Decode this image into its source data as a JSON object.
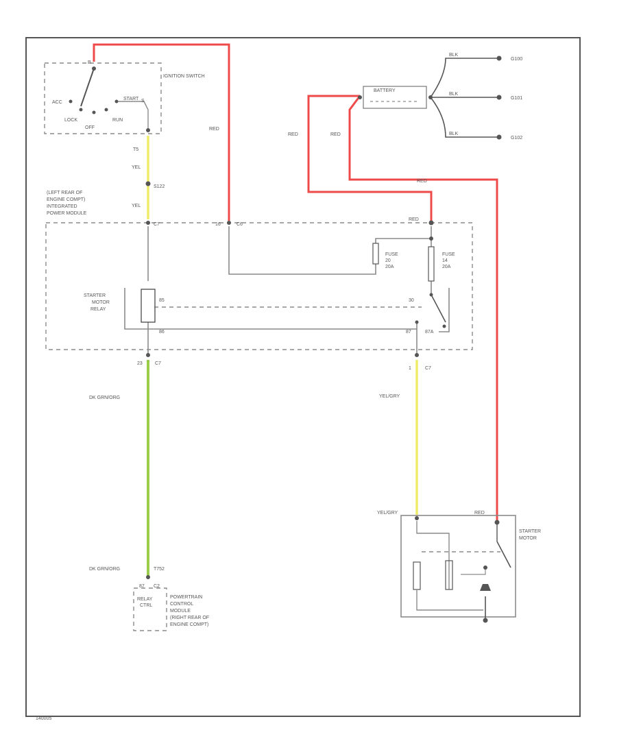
{
  "colors": {
    "red_wire": "#ef4a4a",
    "yellow_wire": "#eded6a",
    "green_wire": "#9ccc4c",
    "gray_wire": "#8a8a8a",
    "border": "#555555",
    "text": "#555555"
  },
  "footer": {
    "figure_id": "140005"
  },
  "ignition_switch": {
    "title": "IGNITION SWITCH",
    "positions": {
      "acc": "ACC",
      "start": "START",
      "lock": "LOCK",
      "run": "RUN",
      "off": "OFF"
    },
    "terminal_b": "B",
    "terminal_s": "S",
    "pin_top": "T5"
  },
  "splice_s122": "S122",
  "pdm": {
    "title_lines": [
      "(LEFT REAR OF",
      "ENGINE COMPT)",
      "INTEGRATED",
      "POWER MODULE"
    ],
    "pin_c7": "C7",
    "pin_c6": "C6",
    "pin_16": "16",
    "fuse_20": {
      "lines": [
        "FUSE",
        "20",
        "20A"
      ]
    },
    "fuse_14": {
      "lines": [
        "FUSE",
        "14",
        "20A"
      ]
    },
    "relay": {
      "lines": [
        "STARTER",
        "MOTOR",
        "RELAY"
      ],
      "pin_85": "85",
      "pin_86": "86",
      "pin_30": "30",
      "pin_87": "87",
      "pin_87a": "87A"
    }
  },
  "bottom_pins": {
    "left_num": "23",
    "left_conn": "C7",
    "right_num": "1",
    "right_conn": "C7"
  },
  "battery": {
    "label": "BATTERY",
    "grounds": [
      {
        "wire": "BLK",
        "ref": "G100"
      },
      {
        "wire": "BLK",
        "ref": "G101"
      },
      {
        "wire": "BLK",
        "ref": "G102"
      }
    ]
  },
  "wire_labels": {
    "red_ign": "RED",
    "red_left": "RED",
    "red_mid": "RED",
    "red_long": "RED",
    "red_pdm": "RED",
    "yel_1": "YEL",
    "yel_2": "YEL",
    "dk_grn_org": "DK GRN/ORG",
    "dk_grn_org_bottom": "DK GRN/ORG",
    "yel_gry": "YEL/GRY",
    "yel_gry_motor": "YEL/GRY",
    "red_motor": "RED"
  },
  "pcm": {
    "pin": "87",
    "connector": "C2",
    "relay_ctrl": [
      "RELAY",
      "CTRL"
    ],
    "splice": "T752",
    "desc_lines": [
      "POWERTRAIN",
      "CONTROL",
      "MODULE",
      "(RIGHT REAR OF",
      "ENGINE COMPT)"
    ]
  },
  "starter_motor": {
    "lines": [
      "STARTER",
      "MOTOR"
    ]
  }
}
